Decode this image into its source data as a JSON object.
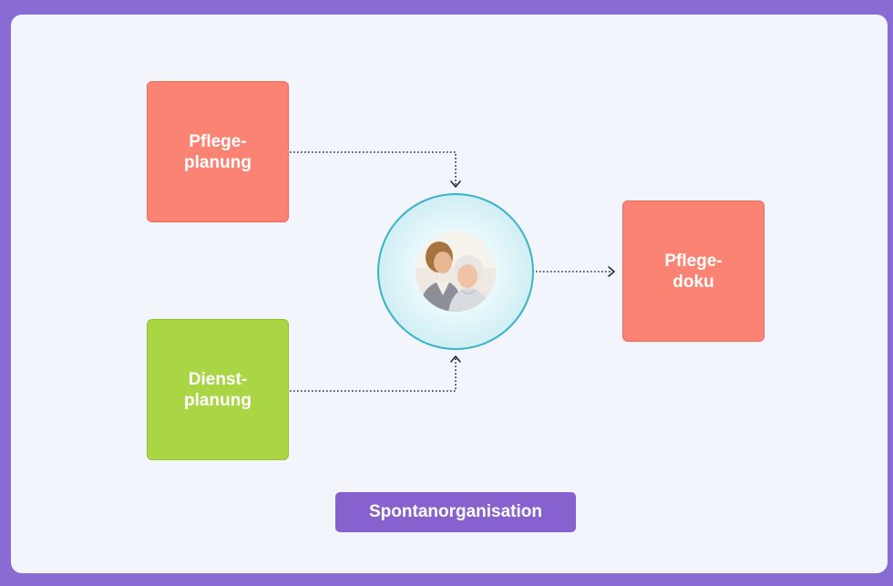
{
  "nodes": {
    "pflegeplanung": {
      "line1": "Pflege-",
      "line2": "planung",
      "color": "#fb8374"
    },
    "dienstplanung": {
      "line1": "Dienst-",
      "line2": "planung",
      "color": "#aad645"
    },
    "pflegedoku": {
      "line1": "Pflege-",
      "line2": "doku",
      "color": "#fb8374"
    },
    "center": {
      "image": "caregiver-and-elderly-woman-photo",
      "ring_color": "#3ab3c6"
    }
  },
  "badge": {
    "label": "Spontanorganisation",
    "color": "#8762cf"
  },
  "frame": {
    "border_color": "#8a6bd3",
    "background": "#f3f5fc"
  }
}
